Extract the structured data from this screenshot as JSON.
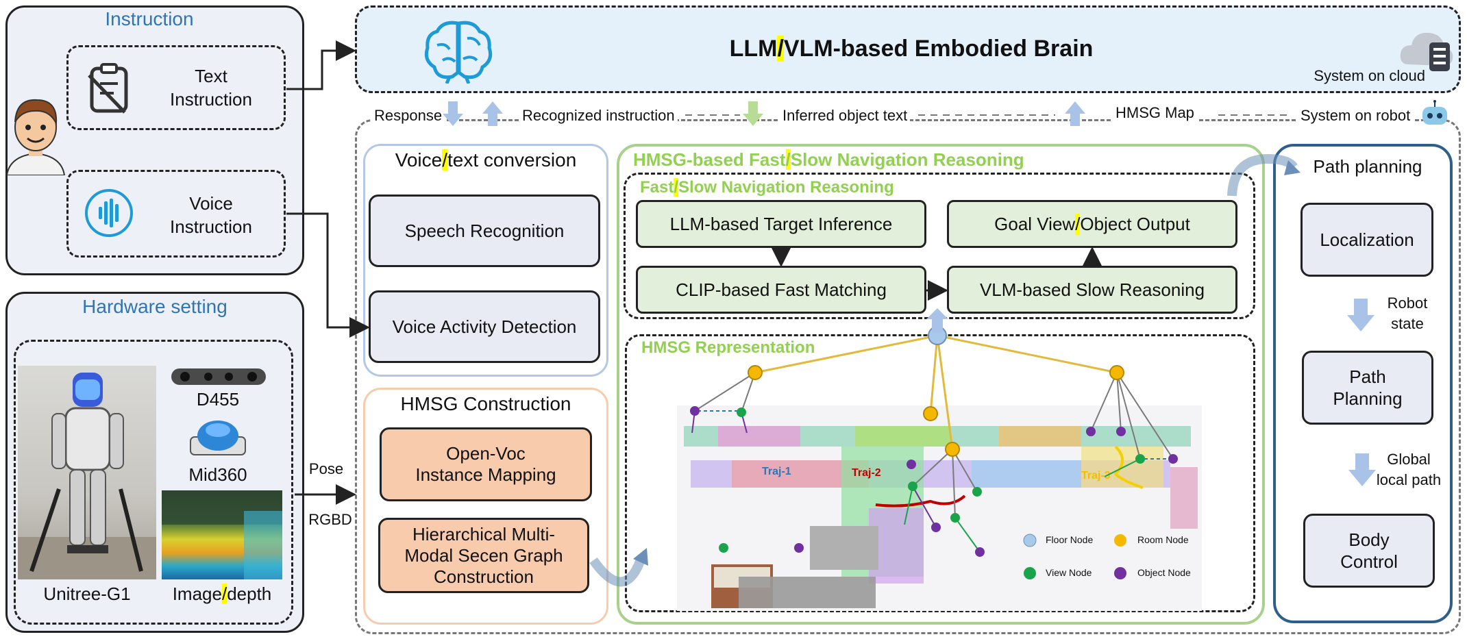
{
  "instruction": {
    "title": "Instruction",
    "text_line1": "Text",
    "text_line2": "Instruction",
    "voice_line1": "Voice",
    "voice_line2": "Instruction"
  },
  "hardware": {
    "title": "Hardware setting",
    "robot": "Unitree-G1",
    "camera": "D455",
    "lidar": "Mid360",
    "image_pre": "Image",
    "image_post": "depth"
  },
  "links": {
    "pose": "Pose",
    "rgbd": "RGBD"
  },
  "brain": {
    "title_pre": "LLM",
    "title_post": "VLM-based Embodied Brain",
    "cloud_label": "System on cloud"
  },
  "flow": {
    "response": "Response",
    "recognized": "Recognized instruction",
    "inferred": "Inferred object text",
    "hmsg_map": "HMSG Map",
    "robot_label": "System on robot"
  },
  "voice_text": {
    "title_pre": "Voice",
    "title_post": "text  conversion",
    "speech": "Speech Recognition",
    "vad": "Voice Activity Detection"
  },
  "hmsg_construction": {
    "title": "HMSG Construction",
    "openvoc_line1": "Open-Voc",
    "openvoc_line2": "Instance Mapping",
    "hier_line1": "Hierarchical Multi-",
    "hier_line2": "Modal Secen Graph",
    "hier_line3": "Construction"
  },
  "reasoning": {
    "outer_title_pre": "HMSG-based Fast",
    "outer_title_post": "Slow Navigation Reasoning",
    "inner_title_pre": "Fast",
    "inner_title_post": "Slow Navigation Reasoning",
    "target_inference": "LLM-based Target Inference",
    "clip_matching": "CLIP-based Fast Matching",
    "goal_pre": "Goal View",
    "goal_post": "Object Output",
    "vlm_slow": "VLM-based Slow Reasoning"
  },
  "representation": {
    "title": "HMSG Representation",
    "traj1": "Traj-1",
    "traj2": "Traj-2",
    "traj3": "Traj-3",
    "legend": [
      "Floor Node",
      "Room Node",
      "View Node",
      "Object Node"
    ]
  },
  "path_planning": {
    "title": "Path planning",
    "localization": "Localization",
    "robot_state_1": "Robot",
    "robot_state_2": "state",
    "path_1": "Path",
    "path_2": "Planning",
    "global_1": "Global",
    "global_2": "local path",
    "body_1": "Body",
    "body_2": "Control"
  },
  "slash": "/",
  "colors": {
    "panel_fill": "#eef0f7",
    "brain_fill": "#e4f1fb",
    "accent_blue": "#2e75b6",
    "accent_green": "#92d050",
    "green_box": "#e2efda",
    "orange_box": "#f8cbad",
    "highlight": "#ffff00",
    "floor_node": "#a9c9ea",
    "room_node": "#f5b800",
    "view_node": "#1aa34a",
    "object_node": "#7030a0"
  }
}
